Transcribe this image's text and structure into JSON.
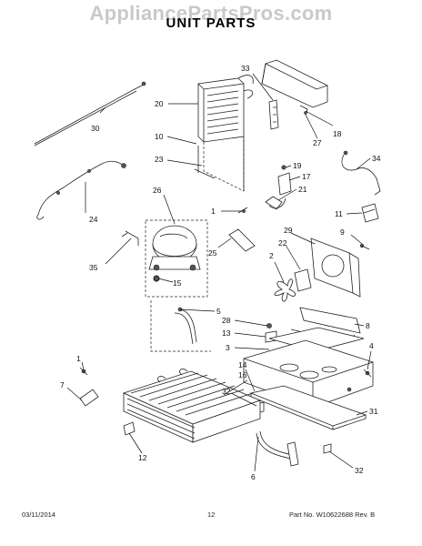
{
  "header": {
    "watermark": "AppliancePartsPros.com",
    "title": "UNIT PARTS"
  },
  "callouts": [
    "1",
    "2",
    "3",
    "4",
    "5",
    "6",
    "7",
    "8",
    "9",
    "10",
    "11",
    "12",
    "13",
    "14",
    "15",
    "16",
    "17",
    "18",
    "19",
    "20",
    "21",
    "22",
    "23",
    "24",
    "25",
    "26",
    "27",
    "28",
    "29",
    "30",
    "31",
    "32",
    "33",
    "34",
    "35"
  ],
  "footer": {
    "date": "03/11/2014",
    "page": "12",
    "part_no": "Part No.  W10622688   Rev. B"
  }
}
